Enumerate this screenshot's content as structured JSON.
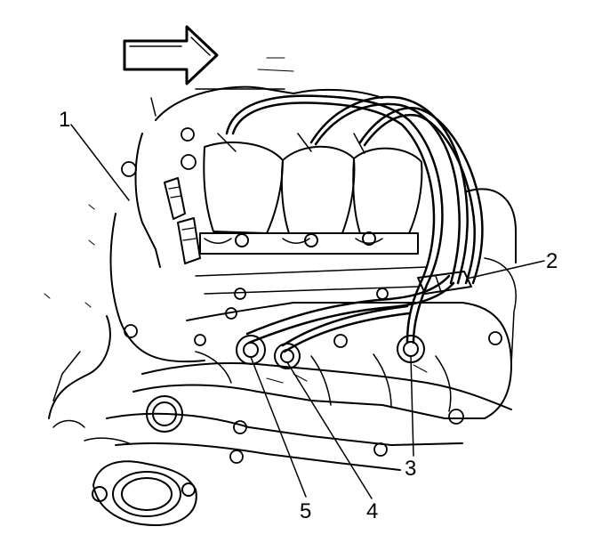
{
  "diagram": {
    "callouts": [
      "1",
      "2",
      "3",
      "4",
      "5"
    ]
  },
  "colors": {
    "line": "#000000",
    "background": "#ffffff"
  }
}
